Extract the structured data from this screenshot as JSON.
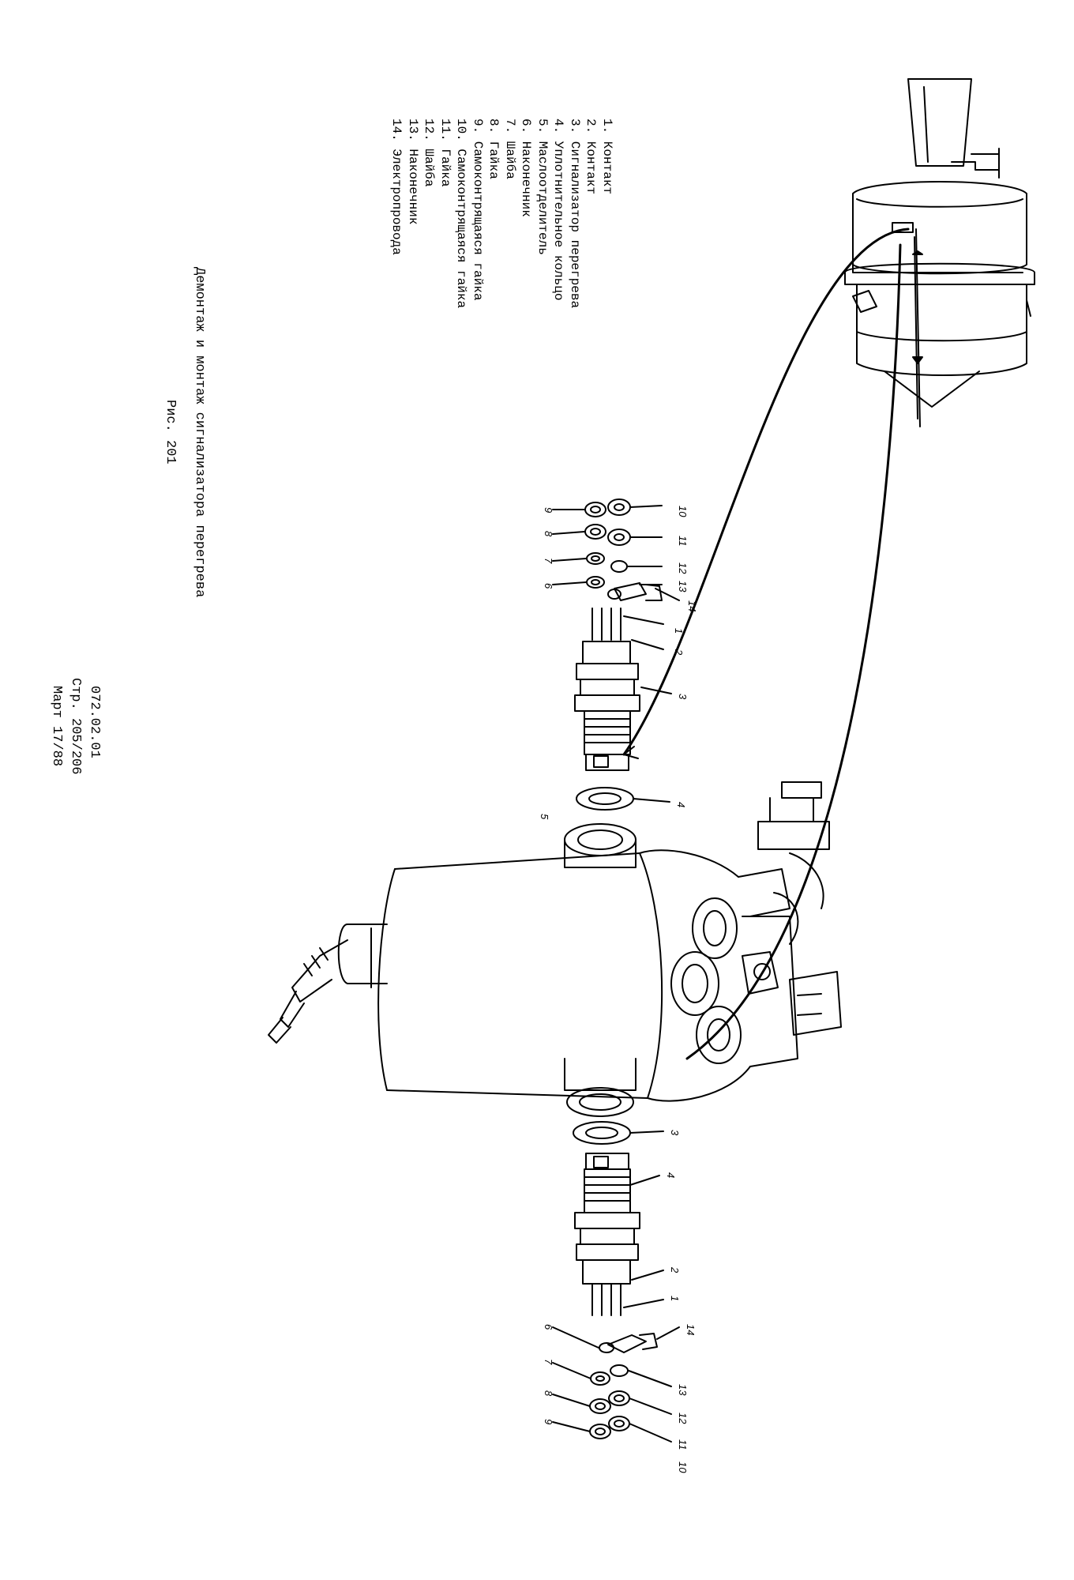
{
  "legend": [
    "1. Контакт",
    "2. Контакт",
    "3. Сигнализатор перегрева",
    "4. Уплотнительное кольцо",
    "5. Маслоотделитель",
    "6. Наконечник",
    "7. Шайба",
    "8. Гайка",
    "9. Самоконтрящаяся гайка",
    "10. Самоконтрящаяся гайка",
    "11. Гайка",
    "12. Шайба",
    "13. Наконечник",
    "14. Электропровода"
  ],
  "caption": {
    "title": "Демонтаж и монтаж сигнализатора перегрева",
    "figure": "Рис. 201"
  },
  "page_info": {
    "doc_number": "072.02.01",
    "page": "Стр. 205/206",
    "date": "Март 17/88"
  },
  "callouts": [
    "1",
    "2",
    "3",
    "4",
    "5",
    "6",
    "7",
    "8",
    "9",
    "10",
    "11",
    "12",
    "13",
    "14"
  ]
}
